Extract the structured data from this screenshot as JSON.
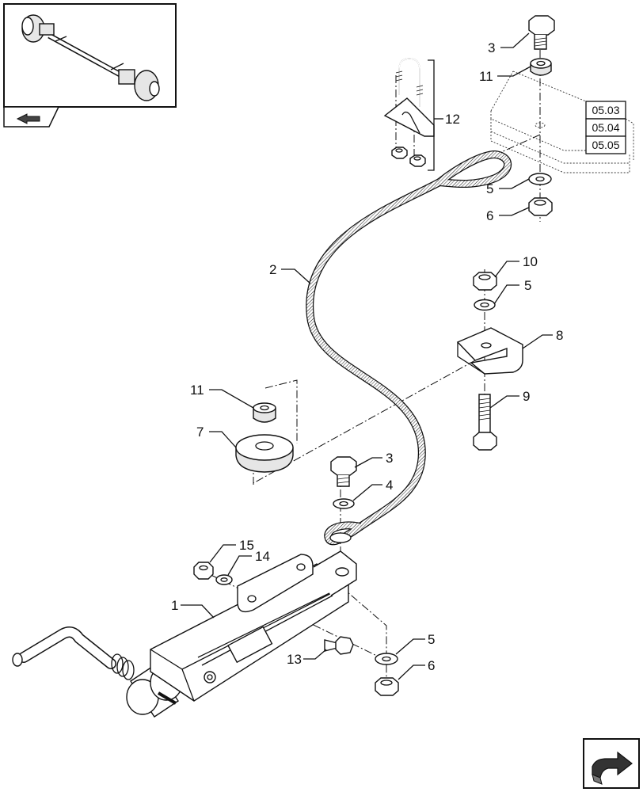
{
  "callouts": {
    "c1": "1",
    "c2": "2",
    "c3a": "3",
    "c3b": "3",
    "c4": "4",
    "c5a": "5",
    "c5b": "5",
    "c5c": "5",
    "c6a": "6",
    "c6b": "6",
    "c7": "7",
    "c8": "8",
    "c9": "9",
    "c10": "10",
    "c11a": "11",
    "c11b": "11",
    "c12": "12",
    "c13": "13",
    "c14": "14",
    "c15": "15"
  },
  "section_refs": [
    "05.03",
    "05.04",
    "05.05"
  ],
  "icons": {
    "thumbnail": "axle-assembly-thumbnail-icon",
    "nav_back": "back-arrow-icon",
    "nav_forward": "forward-arrow-icon"
  }
}
